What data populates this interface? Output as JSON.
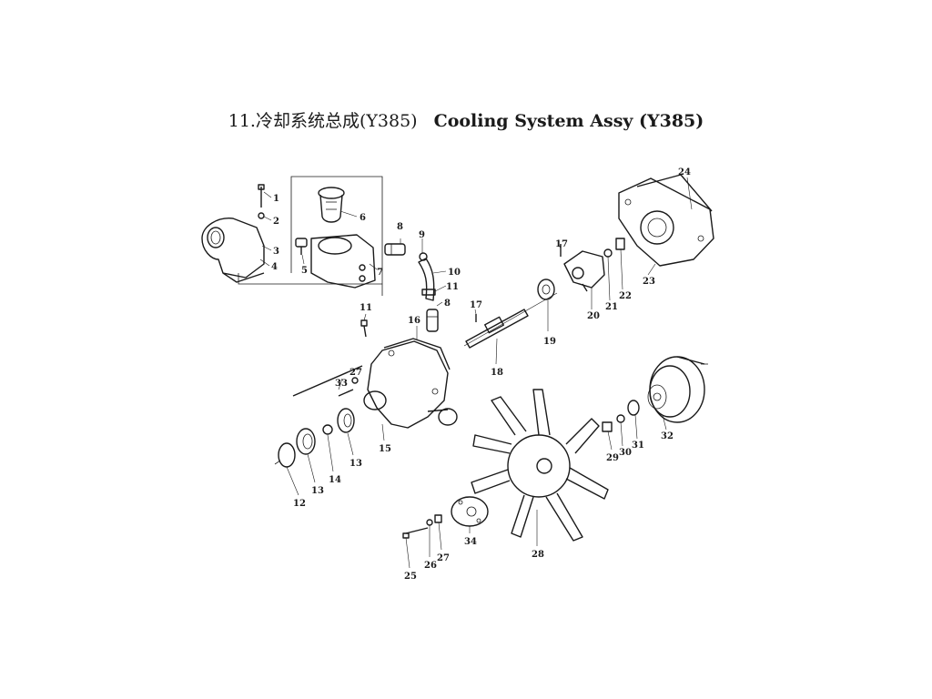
{
  "title": {
    "number": "11.",
    "chinese": "冷却系统总成(Y385)",
    "english": "Cooling System Assy (Y385)"
  },
  "labels": [
    "1",
    "2",
    "3",
    "4",
    "5",
    "6",
    "7",
    "8",
    "8",
    "9",
    "10",
    "11",
    "11",
    "12",
    "13",
    "13",
    "14",
    "15",
    "16",
    "17",
    "17",
    "18",
    "19",
    "20",
    "21",
    "22",
    "23",
    "24",
    "25",
    "26",
    "27",
    "27",
    "28",
    "29",
    "30",
    "31",
    "32",
    "33",
    "34"
  ],
  "colors": {
    "ink": "#1a1a1a",
    "paper": "#ffffff"
  }
}
